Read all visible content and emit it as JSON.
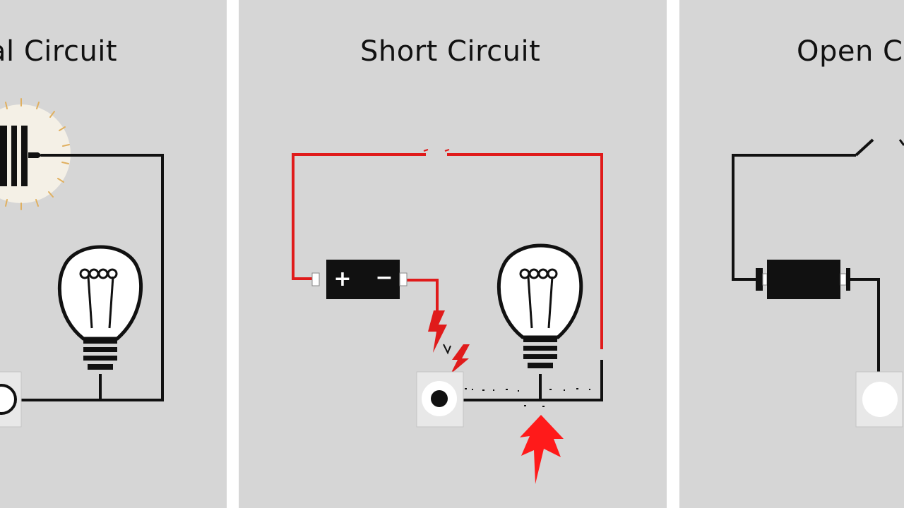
{
  "panels": {
    "normal": {
      "title": "al Circuit"
    },
    "short": {
      "title": "Short Circuit"
    },
    "open": {
      "title": "Open C"
    }
  },
  "colors": {
    "background": "#d6d6d6",
    "divider": "#ffffff",
    "wire": "#111111",
    "short_wire": "#e01b1b",
    "glow": "#f4f0e6",
    "glow_rays": "#e0b060"
  },
  "symbols": {
    "battery_plus": "+",
    "battery_minus": "−"
  }
}
